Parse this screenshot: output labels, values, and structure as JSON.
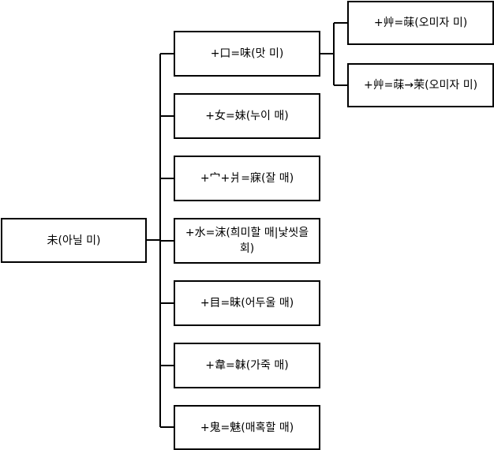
{
  "nodes": {
    "root": "未(아닐 미)",
    "mi": "+口=味(맛 미)",
    "mae1": "+女=妹(누이 매)",
    "mae2": "+宀+爿=寐(잘 매)",
    "hoe": "+水=沫(희미할 매|낯씻을 회)",
    "mae3": "+目=昧(어두울 매)",
    "mae4": "+韋=韎(가죽 매)",
    "mae5": "+鬼=魅(매혹할 매)",
    "omija1": "+艸=菋(오미자 미)",
    "omija2": "+艸=菋→茉(오미자 미)"
  }
}
